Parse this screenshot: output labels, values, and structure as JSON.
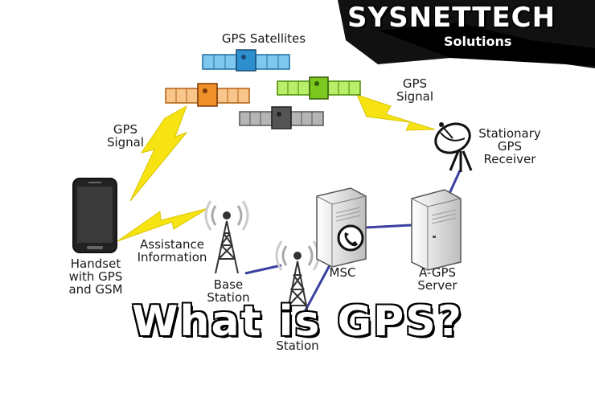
{
  "logo": {
    "title": "SYSNETTECH",
    "subtitle": "Solutions"
  },
  "labels": {
    "gps_satellites": "GPS Satellites",
    "gps_signal_left": "GPS\nSignal",
    "gps_signal_right": "GPS\nSignal",
    "stationary_receiver": "Stationary\nGPS\nReceiver",
    "handset": "Handset\nwith GPS\nand GSM",
    "assistance": "Assistance\nInformation",
    "base_station": "Base\nStation",
    "second_station": "Station",
    "msc": "MSC",
    "agps_server": "A-GPS\nServer"
  },
  "headline": "What is GPS?",
  "colors": {
    "satellite_blue": "#2b8fd0",
    "satellite_orange": "#f0902a",
    "satellite_green": "#7cc820",
    "satellite_gray": "#555555",
    "signal_yellow": "#f7e312",
    "link_blue": "#3b3fa0"
  },
  "icons": [
    "satellite-icon",
    "lightning-icon",
    "smartphone-icon",
    "radio-tower-icon",
    "server-icon",
    "phone-icon",
    "satellite-dish-icon"
  ]
}
